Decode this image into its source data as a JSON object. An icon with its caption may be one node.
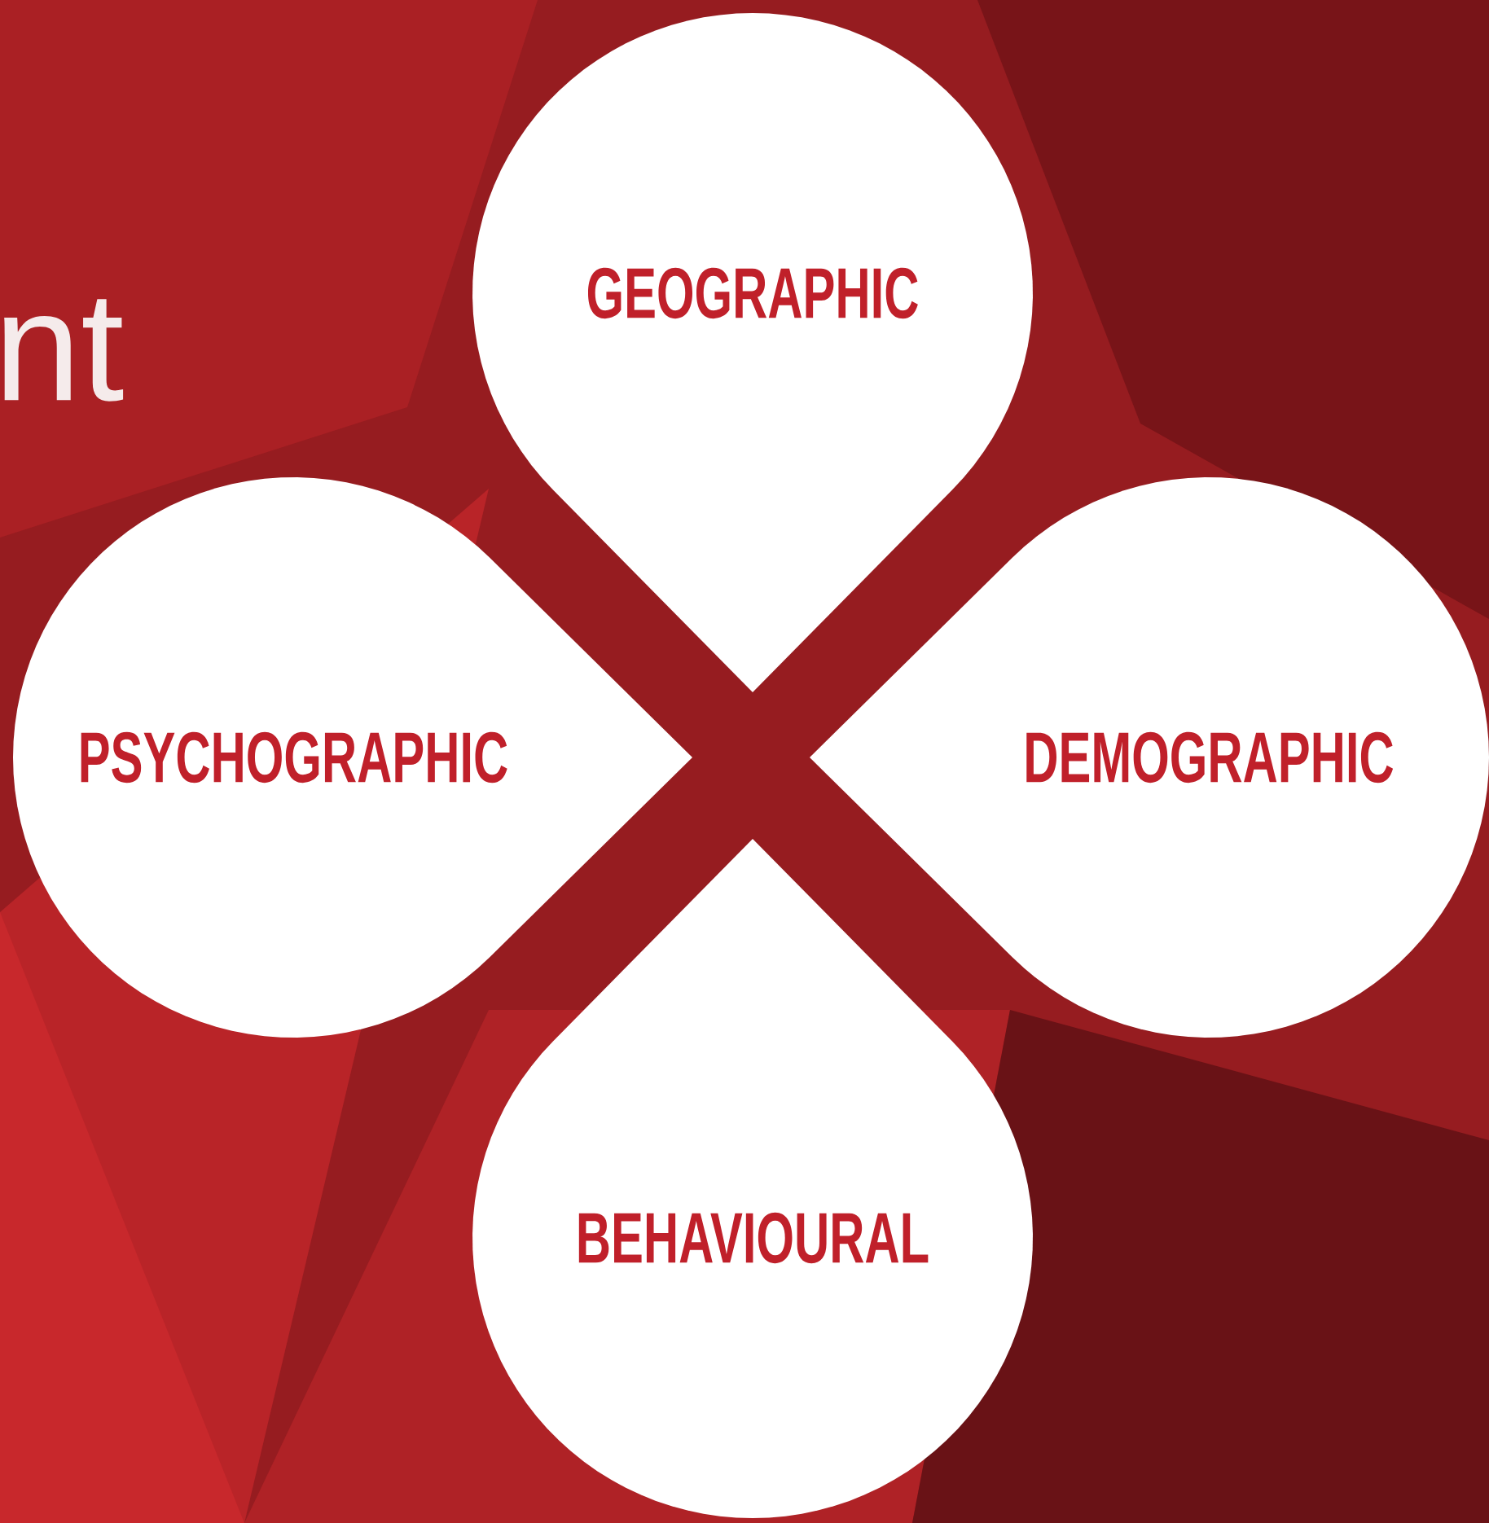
{
  "diagram": {
    "nodes": [
      {
        "text": [
          "GEOGRAPHIC"
        ]
      },
      {
        "text": [
          "PSYCHOGRAPHIC"
        ]
      },
      {
        "text": [
          "DEMOGRAPHIC"
        ]
      },
      {
        "text": [
          "BEHAVIOURAL"
        ]
      }
    ],
    "labels": [
      "nt"
    ]
  }
}
